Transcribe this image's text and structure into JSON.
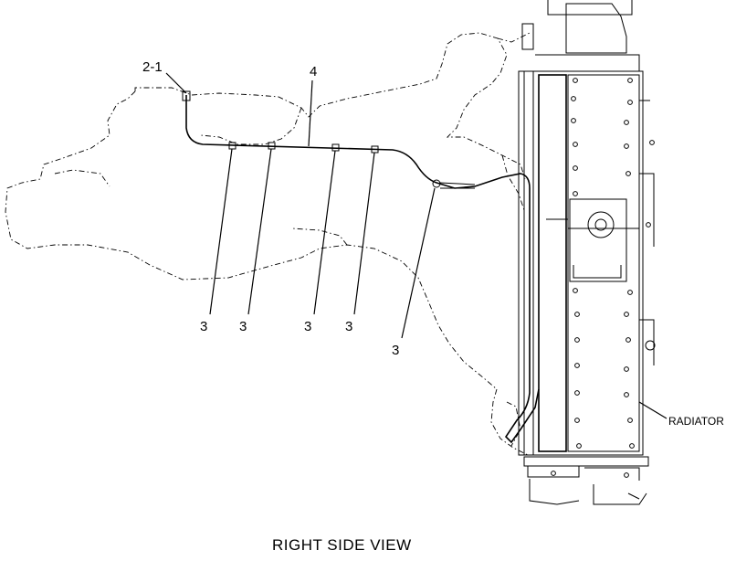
{
  "callouts": {
    "harness_top": "2-1",
    "harness": "4",
    "clip_1": "3",
    "clip_2": "3",
    "clip_3": "3",
    "clip_4": "3",
    "clip_5": "3"
  },
  "radiator_label": "RADIATOR",
  "view_title": "RIGHT SIDE VIEW"
}
